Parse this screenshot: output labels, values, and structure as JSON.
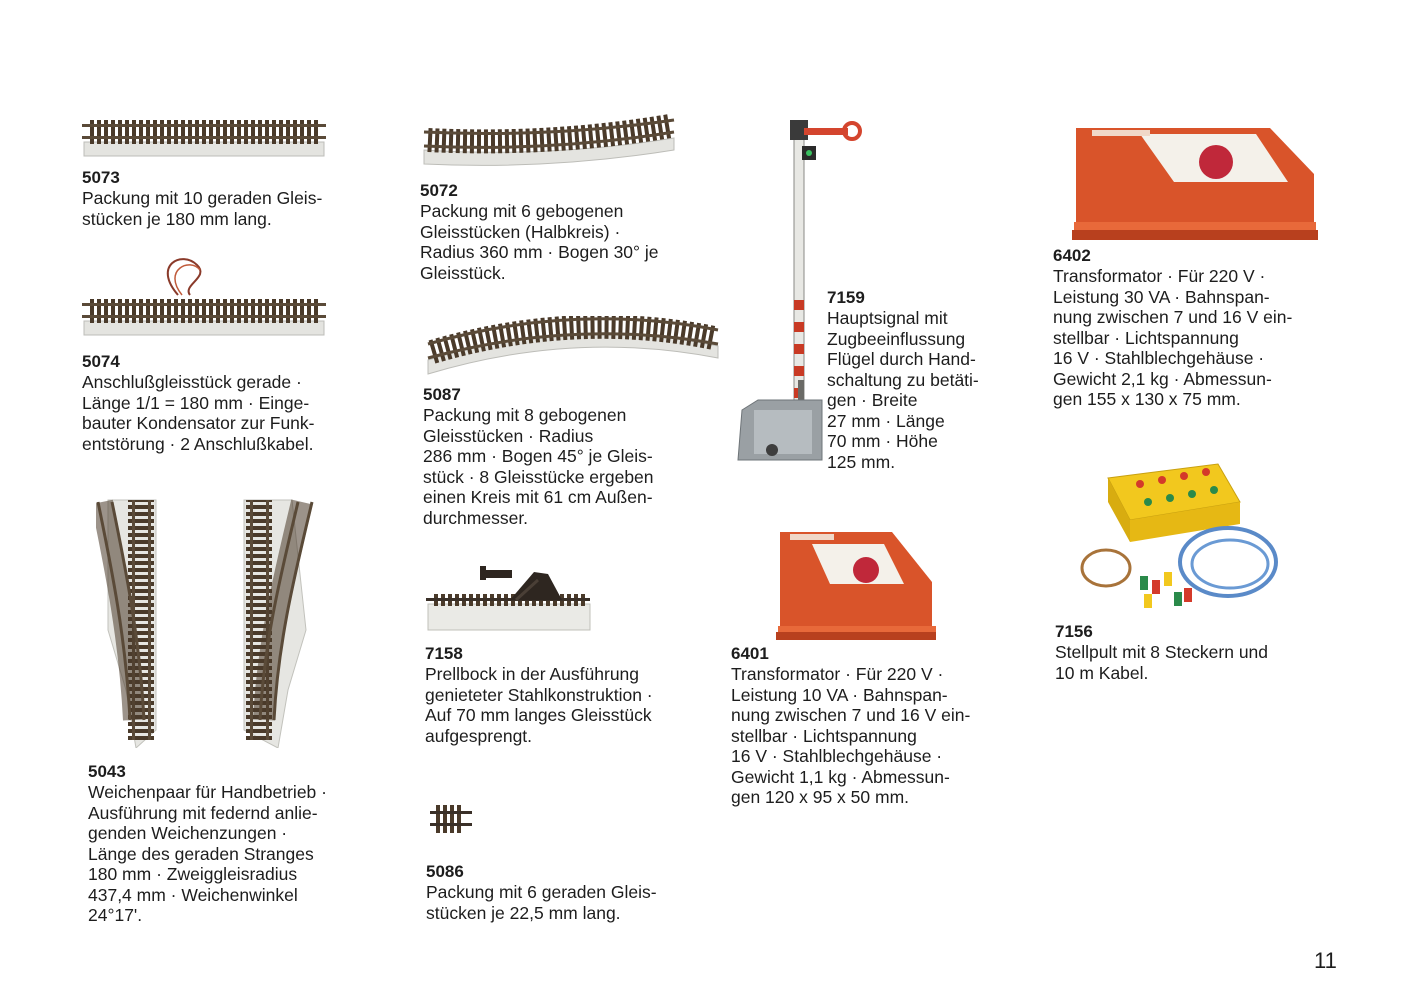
{
  "page_number": "11",
  "items": {
    "i5073": {
      "number": "5073",
      "text": "Packung mit 10 geraden Gleis-\nstücken je 180 mm lang."
    },
    "i5074": {
      "number": "5074",
      "text": "Anschlußgleisstück gerade ·\nLänge 1/1 = 180 mm · Einge-\nbauter Kondensator zur Funk-\nentstörung · 2 Anschlußkabel."
    },
    "i5043": {
      "number": "5043",
      "text": "Weichenpaar für Handbetrieb ·\nAusführung mit federnd anlie-\ngenden Weichenzungen ·\nLänge des geraden Stranges\n180 mm · Zweiggleisradius\n437,4 mm · Weichenwinkel\n24°17'."
    },
    "i5072": {
      "number": "5072",
      "text": "Packung mit 6 gebogenen\nGleisstücken (Halbkreis) ·\nRadius 360 mm · Bogen 30° je\nGleisstück."
    },
    "i5087": {
      "number": "5087",
      "text": "Packung mit 8 gebogenen\nGleisstücken · Radius\n286 mm · Bogen 45° je Gleis-\nstück · 8 Gleisstücke ergeben\neinen Kreis mit 61 cm Außen-\ndurchmesser."
    },
    "i7158": {
      "number": "7158",
      "text": "Prellbock in der Ausführung\ngenieteter Stahlkonstruktion ·\nAuf 70 mm langes Gleisstück\naufgesprengt."
    },
    "i5086": {
      "number": "5086",
      "text": "Packung mit 6 geraden Gleis-\nstücken je 22,5 mm lang."
    },
    "i7159": {
      "number": "7159",
      "text": "Hauptsignal mit\nZugbeeinflussung\nFlügel durch Hand-\nschaltung zu betäti-\ngen · Breite\n27 mm · Länge\n70 mm · Höhe\n125 mm."
    },
    "i6401": {
      "number": "6401",
      "text": "Transformator · Für 220 V ·\nLeistung 10 VA · Bahnspan-\nnung zwischen 7 und 16 V ein-\nstellbar · Lichtspannung\n16 V · Stahlblechgehäuse ·\nGewicht 1,1 kg · Abmessun-\ngen 120 x 95 x 50 mm."
    },
    "i6402": {
      "number": "6402",
      "text": "Transformator · Für 220 V ·\nLeistung 30 VA · Bahnspan-\nnung zwischen 7 und 16 V ein-\nstellbar · Lichtspannung\n16 V · Stahlblechgehäuse ·\nGewicht 2,1 kg · Abmessun-\ngen 155 x 130 x 75 mm."
    },
    "i7156": {
      "number": "7156",
      "text": "Stellpult mit 8 Steckern und\n10 m Kabel."
    }
  }
}
